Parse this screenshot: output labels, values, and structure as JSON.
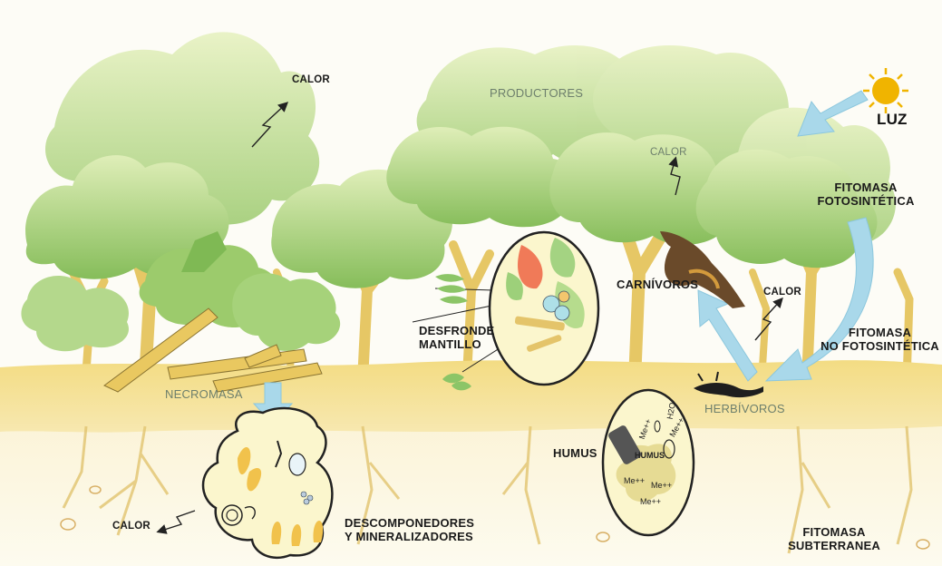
{
  "labels": {
    "calor_top": "CALOR",
    "productores": "PRODUCTORES",
    "luz": "LUZ",
    "calor_canopy": "CALOR",
    "fitomasa_fotosintetica_1": "FITOMASA",
    "fitomasa_fotosintetica_2": "FOTOSINTÉTICA",
    "carnivoros": "CARNÍVOROS",
    "calor_right": "CALOR",
    "desfronde": "DESFRONDE",
    "mantillo": "MANTILLO",
    "fitomasa_no_fotosintetica_1": "FITOMASA",
    "fitomasa_no_fotosintetica_2": "NO FOTOSINTÉTICA",
    "necromasa": "NECROMASA",
    "herbivoros": "HERBÍVOROS",
    "humus_left": "HUMUS",
    "calor_bottom": "CALOR",
    "descomponedores_1": "DESCOMPONEDORES",
    "descomponedores_2": "Y MINERALIZADORES",
    "fitomasa_subterranea_1": "FITOMASA",
    "fitomasa_subterranea_2": "SUBTERRANEA"
  },
  "humus_inset": {
    "title": "HUMUS",
    "me_1": "Me++",
    "me_2": "Me++",
    "me_3": "Me++",
    "me_4": "Me++",
    "me_5": "Me++",
    "h2o": "H2O"
  },
  "colors": {
    "canopy_light": "#cfe3a0",
    "canopy_dark": "#8fc163",
    "trunk": "#e9cf72",
    "soil": "#f1d97a",
    "arrow_blue": "#aad9ea",
    "sun": "#f0b400"
  }
}
